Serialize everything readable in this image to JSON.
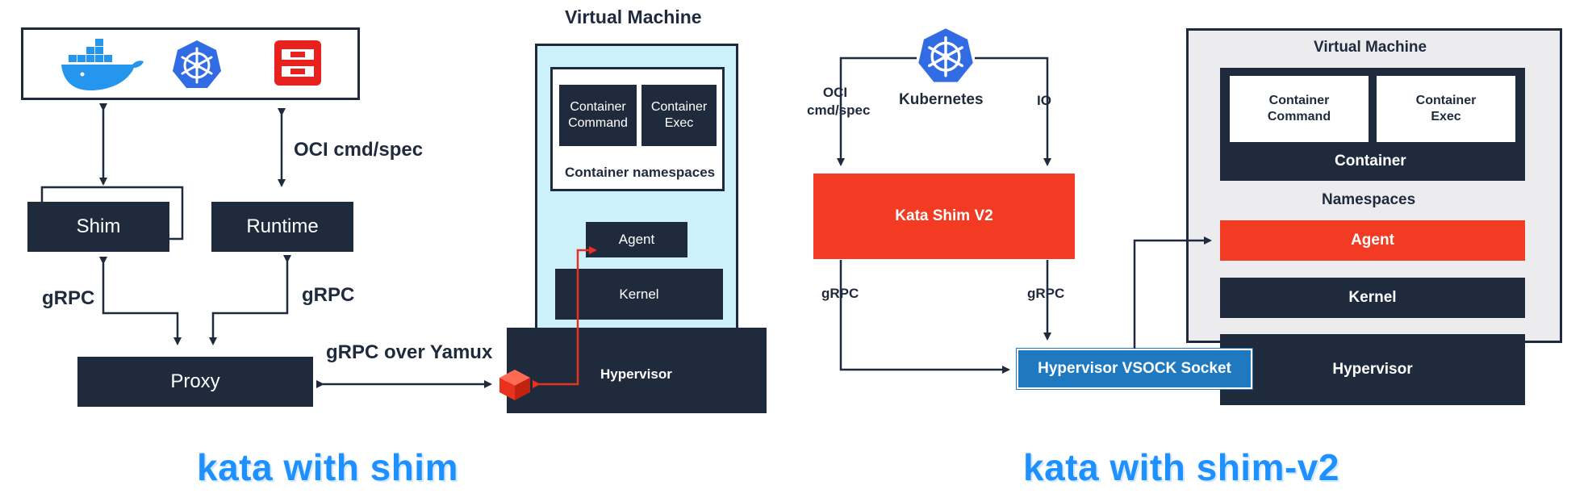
{
  "left": {
    "runtimes": {
      "icons": [
        "docker-icon",
        "kubernetes-icon",
        "openshift-icon"
      ]
    },
    "oci_label": "OCI cmd/spec",
    "shim": "Shim",
    "runtime": "Runtime",
    "grpc_left": "gRPC",
    "grpc_right": "gRPC",
    "proxy": "Proxy",
    "grpc_yamux": "gRPC over Yamux",
    "vm_title": "Virtual Machine",
    "container_command": "Container Command",
    "container_exec": "Container Exec",
    "container_namespaces": "Container namespaces",
    "agent": "Agent",
    "kernel": "Kernel",
    "hypervisor": "Hypervisor",
    "caption": "kata with shim"
  },
  "right": {
    "kubernetes": "Kubernetes",
    "oci": "OCI cmd/spec",
    "io": "IO",
    "kata_shim": "Kata Shim V2",
    "grpc_left": "gRPC",
    "grpc_right": "gRPC",
    "vsock": "Hypervisor VSOCK Socket",
    "vm_title": "Virtual Machine",
    "container_command": "Container Command",
    "container_exec": "Container Exec",
    "container": "Container",
    "namespaces": "Namespaces",
    "agent": "Agent",
    "kernel": "Kernel",
    "hypervisor": "Hypervisor",
    "caption": "kata with shim-v2"
  },
  "colors": {
    "navy": "#1f2a3c",
    "red": "#f33b24",
    "light_blue": "#cdf1fb",
    "gray": "#ececef",
    "blue": "#1f79c0",
    "caption": "#1e90ff"
  }
}
